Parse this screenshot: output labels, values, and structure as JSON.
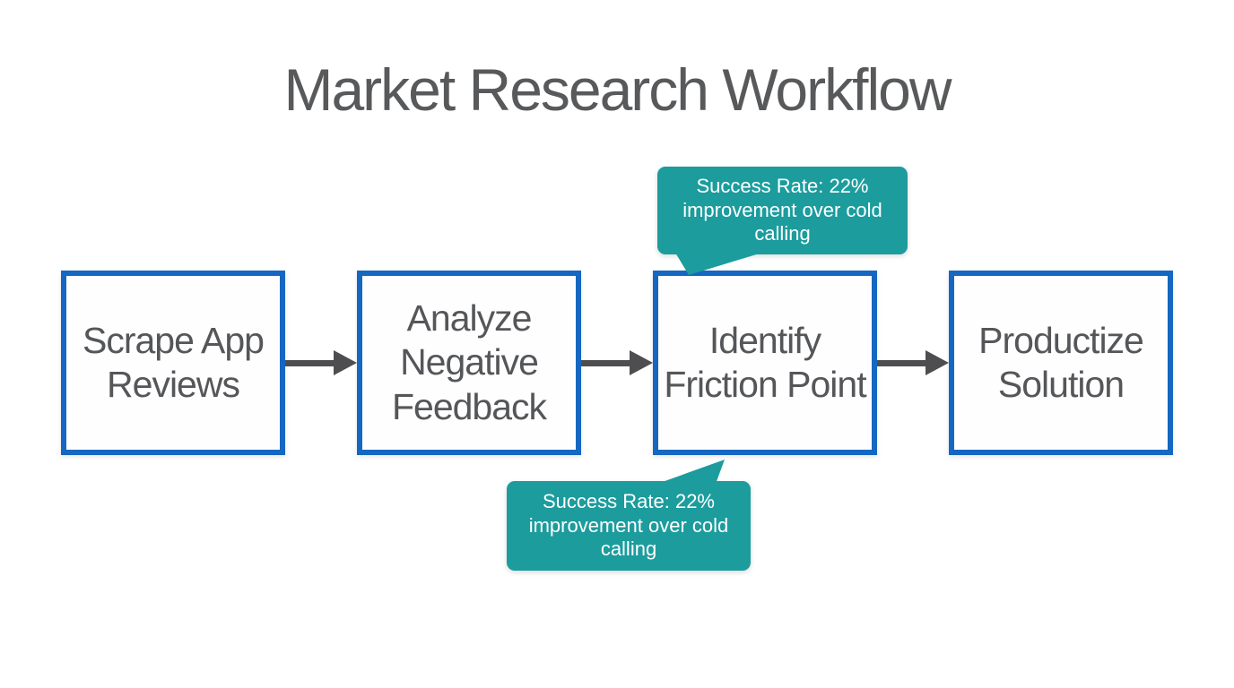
{
  "title": "Market Research Workflow",
  "flow": {
    "boxes": [
      {
        "label": "Scrape App Reviews"
      },
      {
        "label": "Analyze Negative Feedback"
      },
      {
        "label": "Identify Friction Point"
      },
      {
        "label": "Productize Solution"
      }
    ]
  },
  "callouts": {
    "top": {
      "text": "Success Rate: 22% improvement over cold calling"
    },
    "bottom": {
      "text": "Success Rate: 22% improvement over cold calling"
    }
  },
  "colors": {
    "canvas_bg": "#ffffff",
    "title": "#58595b",
    "box_border": "#1667c1",
    "box_text": "#555659",
    "arrow": "#4e4e50",
    "callout_bg": "#1c9c9d",
    "callout_text": "#ffffff"
  }
}
